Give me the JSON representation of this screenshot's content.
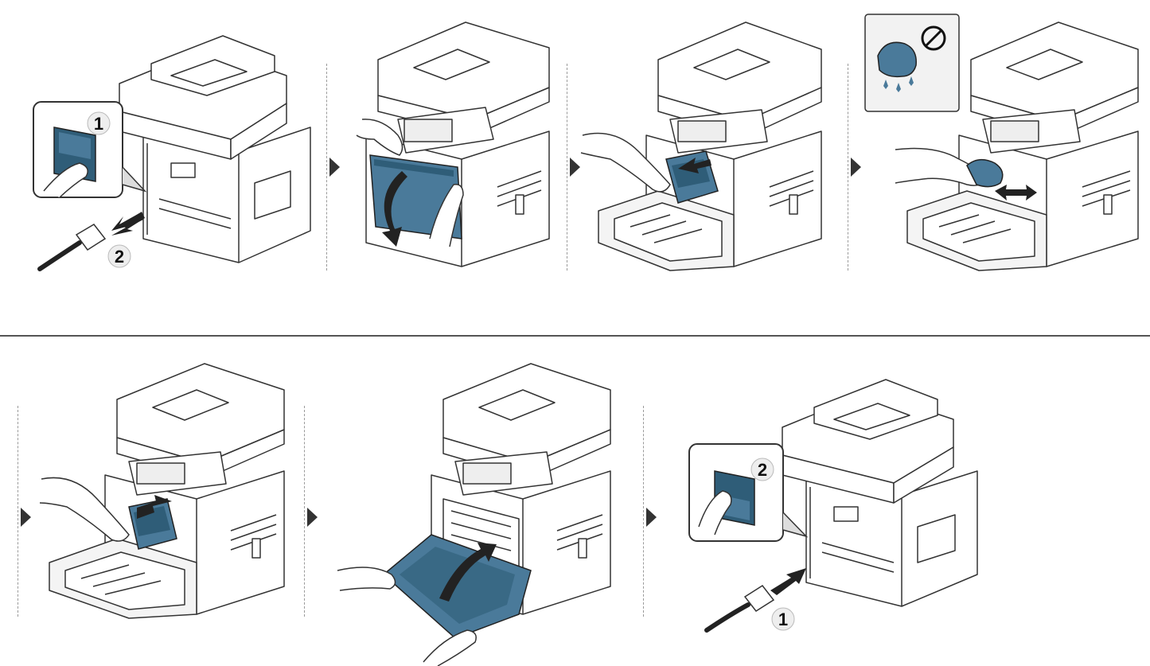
{
  "steps": [
    {
      "id": 1,
      "callouts": [
        "1",
        "2"
      ]
    },
    {
      "id": 2,
      "callouts": []
    },
    {
      "id": 3,
      "callouts": []
    },
    {
      "id": 4,
      "callouts": []
    },
    {
      "id": 5,
      "callouts": []
    },
    {
      "id": 6,
      "callouts": []
    },
    {
      "id": 7,
      "callouts": [
        "2",
        "1"
      ]
    }
  ],
  "colors": {
    "line": "#333333",
    "accent": "#4a7a9a",
    "accent_dark": "#2f5d78",
    "paper": "#ffffff",
    "separator": "#9a9a9a"
  },
  "icons": [
    "power-switch-icon",
    "power-cord-icon",
    "no-wet-cloth-icon",
    "hand-icon",
    "toner-cartridge-icon",
    "push-arrow-icon",
    "rotate-arrow-icon"
  ]
}
